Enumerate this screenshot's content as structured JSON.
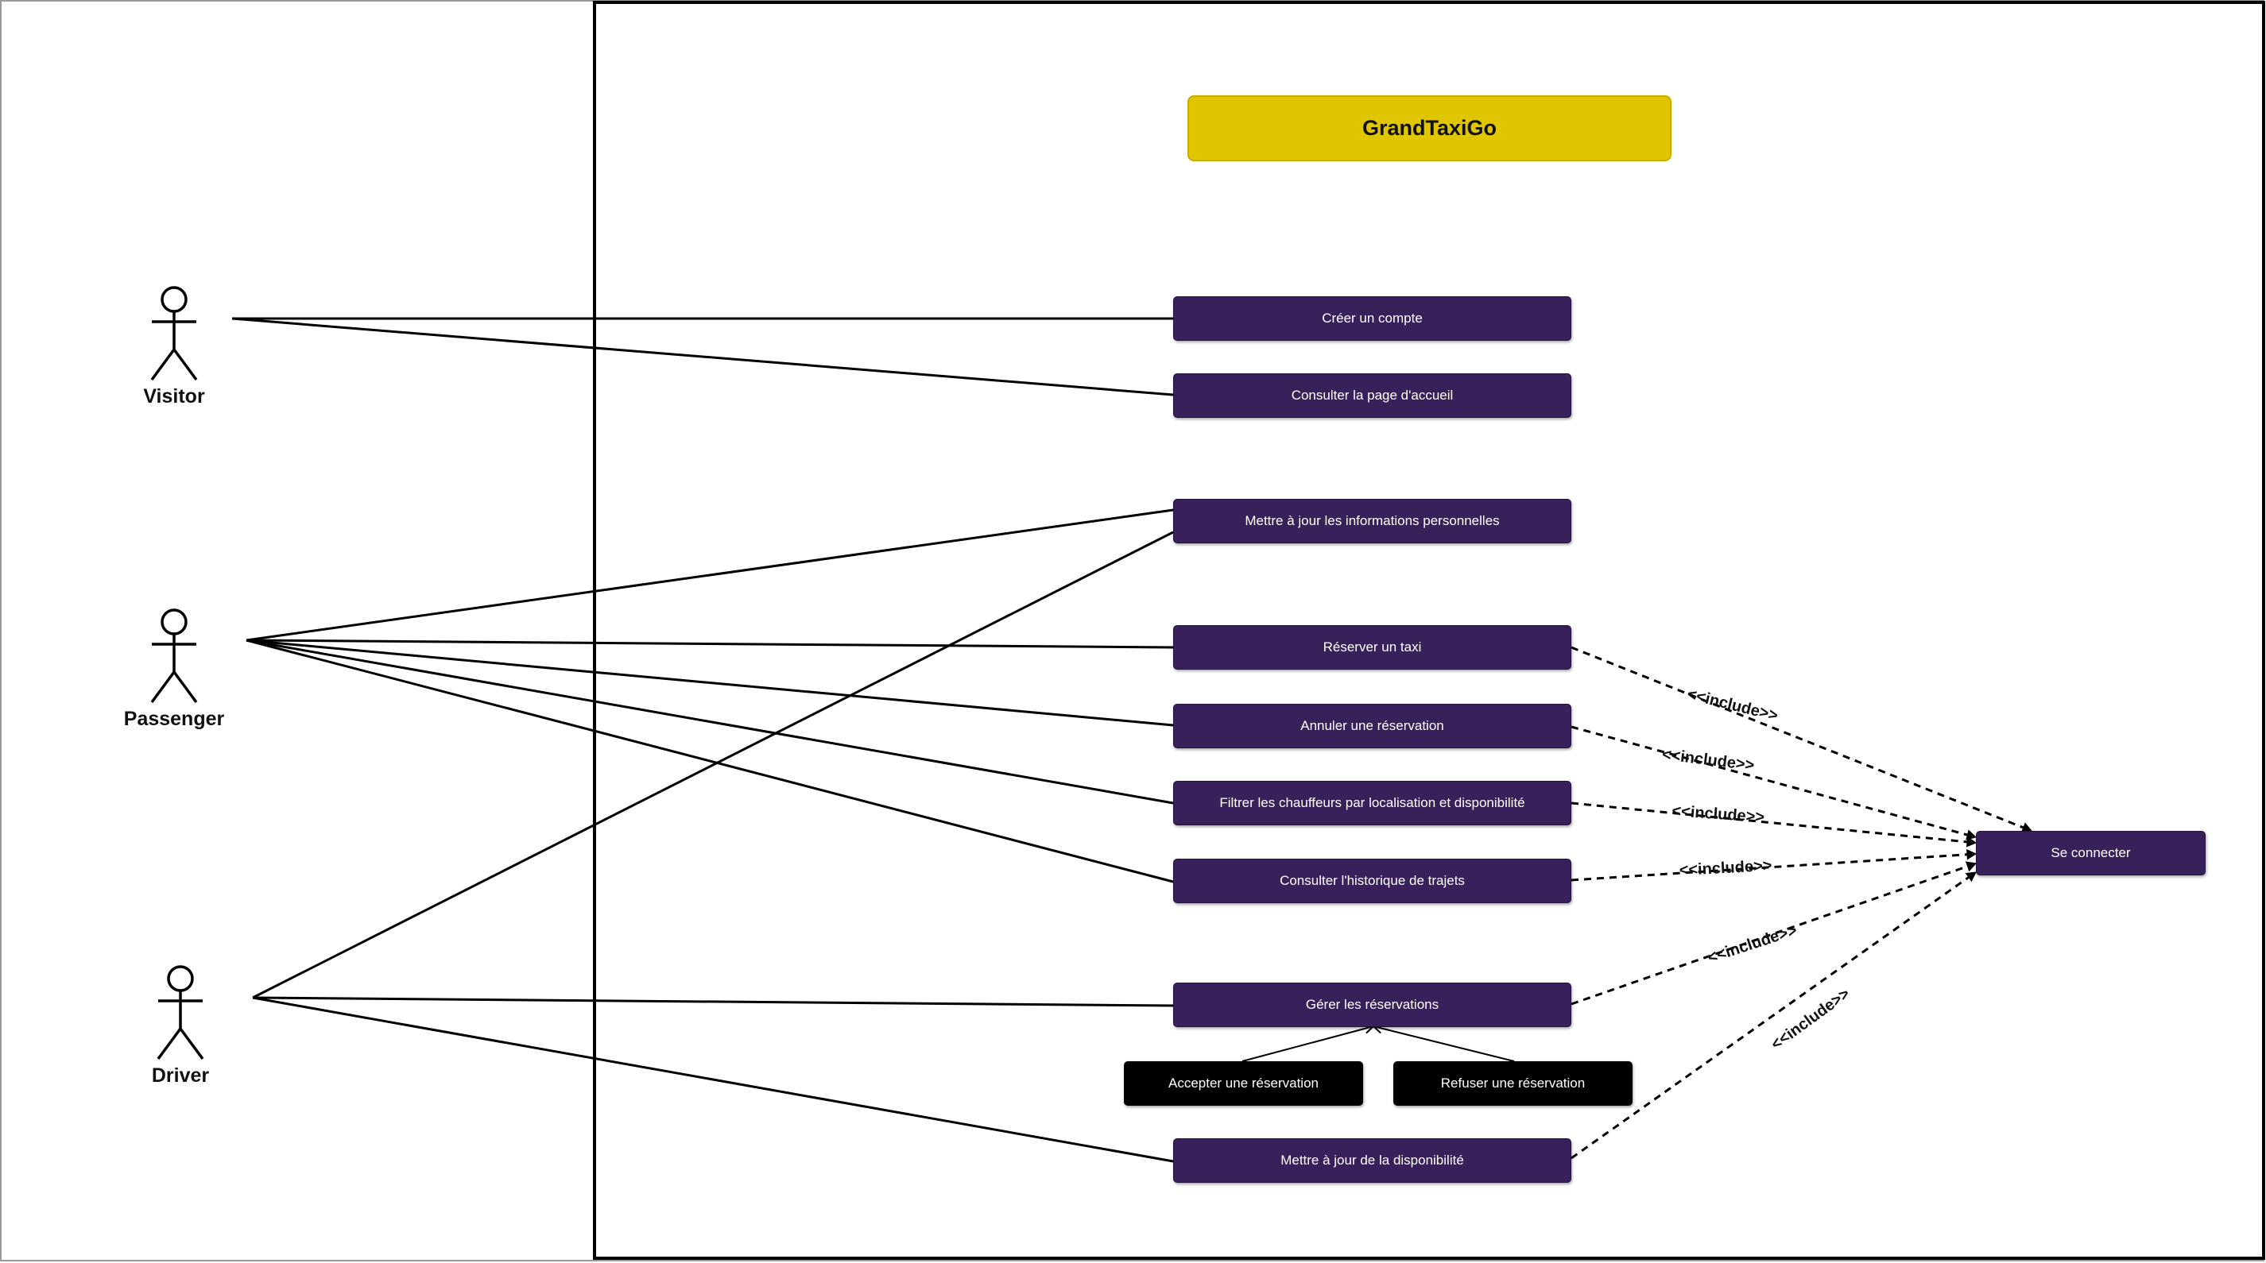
{
  "title": "GrandTaxiGo",
  "actors": {
    "visitor": "Visitor",
    "passenger": "Passenger",
    "driver": "Driver"
  },
  "use_cases": {
    "creer_compte": "Créer un compte",
    "consulter_accueil": "Consulter la page d'accueil",
    "maj_infos": "Mettre à jour les informations personnelles",
    "reserver_taxi": "Réserver un taxi",
    "annuler_reservation": "Annuler une réservation",
    "filtrer_chauffeurs": "Filtrer les chauffeurs par localisation et disponibilité",
    "historique_trajets": "Consulter l'historique de trajets",
    "gerer_reservations": "Gérer les réservations",
    "accepter_reservation": "Accepter une réservation",
    "refuser_reservation": "Refuser une réservation",
    "maj_disponibilite": "Mettre à jour de la disponibilité",
    "se_connecter": "Se connecter"
  },
  "include_label": "<<include>>",
  "colors": {
    "title_fill": "#e0c600",
    "use_case_fill": "#38215a",
    "sub_use_case_fill": "#000000"
  }
}
